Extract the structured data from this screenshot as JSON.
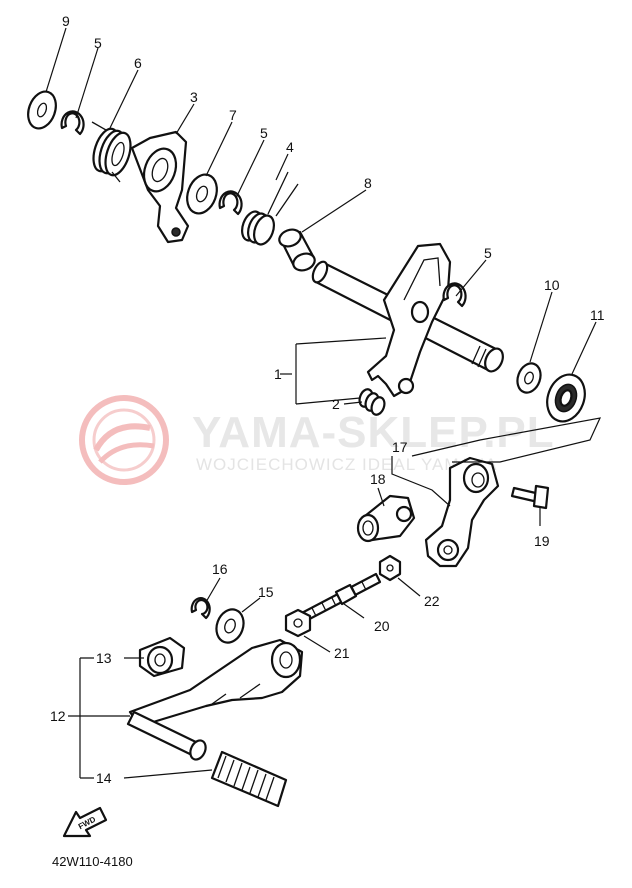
{
  "diagram": {
    "callouts": {
      "c1": "1",
      "c2": "2",
      "c3": "3",
      "c4": "4",
      "c5a": "5",
      "c5b": "5",
      "c5c": "5",
      "c6": "6",
      "c7": "7",
      "c8": "8",
      "c9": "9",
      "c10": "10",
      "c11": "11",
      "c12": "12",
      "c13": "13",
      "c14": "14",
      "c15": "15",
      "c16": "16",
      "c17": "17",
      "c18": "18",
      "c19": "19",
      "c20": "20",
      "c21": "21",
      "c22": "22"
    },
    "diagram_code": "42W110-4180",
    "fwd_label": "FWD"
  },
  "watermark": {
    "site": "YAMA-SKLEP.PL",
    "tagline": "WOJCIECHOWICZ IDEAL YAMAHA",
    "logo_color": "#f3b6b6",
    "text_color": "#e6e6e6"
  }
}
